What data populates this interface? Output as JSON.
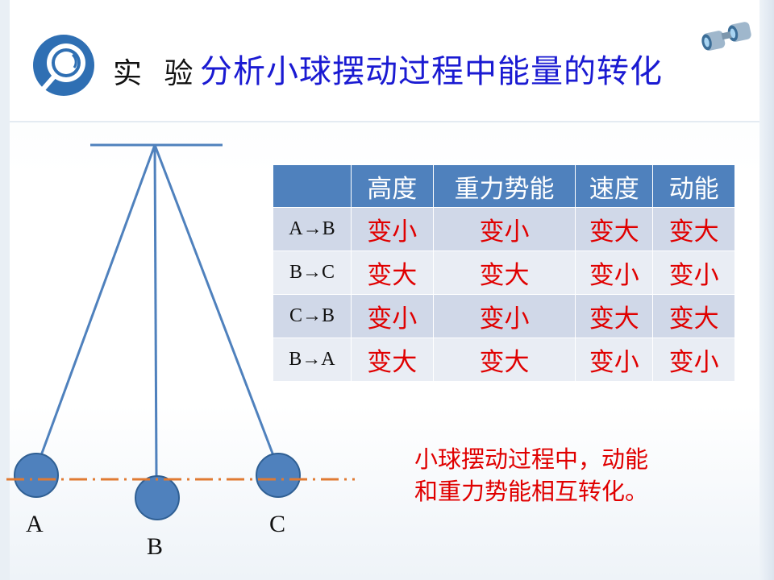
{
  "header": {
    "label": "实 验",
    "title": "分析小球摆动过程中能量的转化"
  },
  "pendulum": {
    "labels": [
      "A",
      "B",
      "C"
    ]
  },
  "table": {
    "columns": [
      "",
      "高度",
      "重力势能",
      "速度",
      "动能"
    ],
    "rows": [
      {
        "stage": "A→B",
        "cells": [
          "变小",
          "变小",
          "变大",
          "变大"
        ]
      },
      {
        "stage": "B→C",
        "cells": [
          "变大",
          "变大",
          "变小",
          "变小"
        ]
      },
      {
        "stage": "C→B",
        "cells": [
          "变小",
          "变小",
          "变大",
          "变大"
        ]
      },
      {
        "stage": "B→A",
        "cells": [
          "变大",
          "变大",
          "变小",
          "变小"
        ]
      }
    ]
  },
  "conclusion": {
    "line1": "小球摆动过程中，动能",
    "line2": "和重力势能相互转化。"
  },
  "colors": {
    "title": "#1a1ad2",
    "header_fill": "#4f81bd",
    "change_text": "#e00000",
    "ball": "#4f81bd",
    "dash_line": "#e07a32"
  }
}
